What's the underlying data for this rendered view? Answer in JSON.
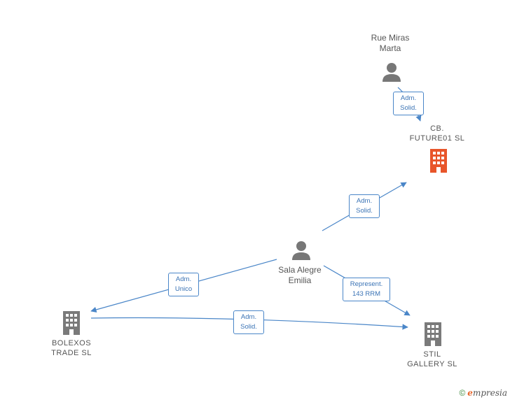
{
  "nodes": {
    "rue_miras": {
      "label": "Rue Miras\nMarta",
      "kind": "person"
    },
    "cb_future": {
      "label": "CB.\nFUTURE01  SL",
      "kind": "company",
      "highlight": true
    },
    "sala_alegre": {
      "label": "Sala Alegre\nEmilia",
      "kind": "person"
    },
    "bolexos": {
      "label": "BOLEXOS\nTRADE  SL",
      "kind": "company"
    },
    "stil": {
      "label": "STIL\nGALLERY  SL",
      "kind": "company"
    }
  },
  "edges": {
    "rue_to_cb": {
      "label": "Adm.\nSolid."
    },
    "sala_to_cb": {
      "label": "Adm.\nSolid."
    },
    "sala_to_bolexos": {
      "label": "Adm.\nUnico"
    },
    "sala_to_stil": {
      "label": "Represent.\n143 RRM"
    },
    "bolexos_to_stil": {
      "label": "Adm.\nSolid."
    }
  },
  "colors": {
    "edge": "#4a86c8",
    "person": "#777777",
    "company": "#7a7a7a",
    "highlight": "#e8552a"
  },
  "footer": {
    "copyright": "©",
    "brand_initial": "e",
    "brand_rest": "mpresia"
  }
}
